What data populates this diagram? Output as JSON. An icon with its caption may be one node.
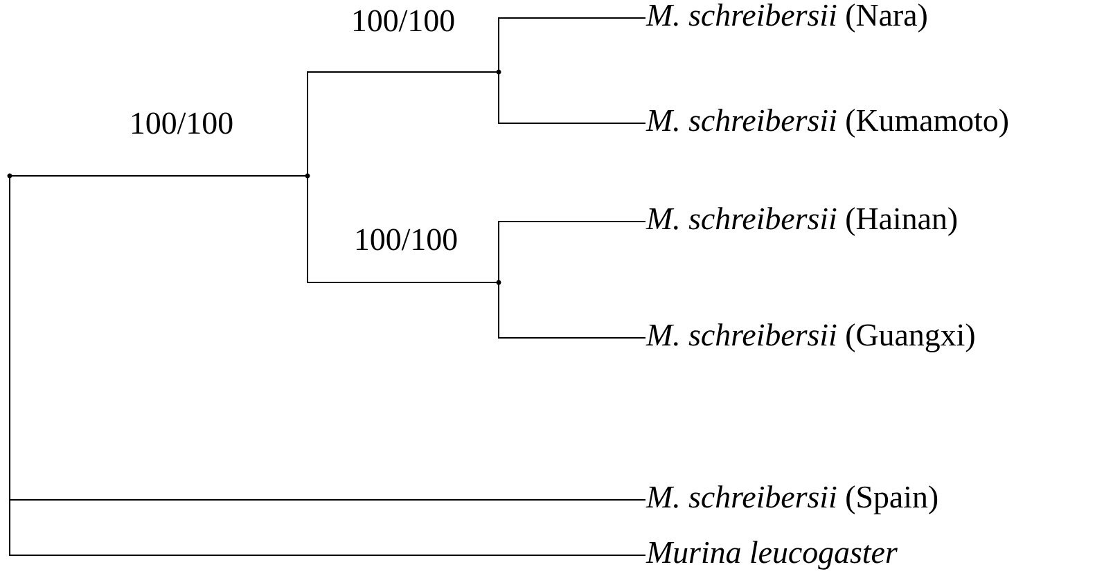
{
  "diagram": {
    "nodes": [
      {
        "text": [],
        "shape": "point"
      },
      {
        "text": [],
        "shape": "point",
        "beside": [
          "100/100"
        ]
      },
      {
        "text": [],
        "shape": "point",
        "beside": [
          "100/100"
        ]
      },
      {
        "text": [
          "*M. schreibersii* (Nara)"
        ]
      },
      {
        "text": [
          "*M. schreibersii* (Kumamoto)"
        ]
      },
      {
        "text": [],
        "shape": "point",
        "beside": [
          "100/100"
        ]
      },
      {
        "text": [
          "*M. schreibersii* (Hainan)"
        ]
      },
      {
        "text": [
          "*M. schreibersii* (Guangxi)"
        ]
      },
      {
        "text": [
          "*M. schreibersii* (Spain)"
        ]
      },
      {
        "text": [
          "Murina leucogaster"
        ]
      }
    ],
    "edges": [
      {
        "from": 0,
        "to": 1,
        "arrow": "none"
      },
      {
        "from": 0,
        "to": 8,
        "arrow": "none"
      },
      {
        "from": 0,
        "to": 9,
        "arrow": "none"
      },
      {
        "from": 1,
        "to": 2,
        "arrow": "none"
      },
      {
        "from": 1,
        "to": 5,
        "arrow": "none"
      },
      {
        "from": 2,
        "to": 3,
        "arrow": "none"
      },
      {
        "from": 2,
        "to": 4,
        "arrow": "none"
      },
      {
        "from": 5,
        "to": 6,
        "arrow": "none"
      },
      {
        "from": 5,
        "to": 7,
        "arrow": "none"
      }
    ]
  }
}
